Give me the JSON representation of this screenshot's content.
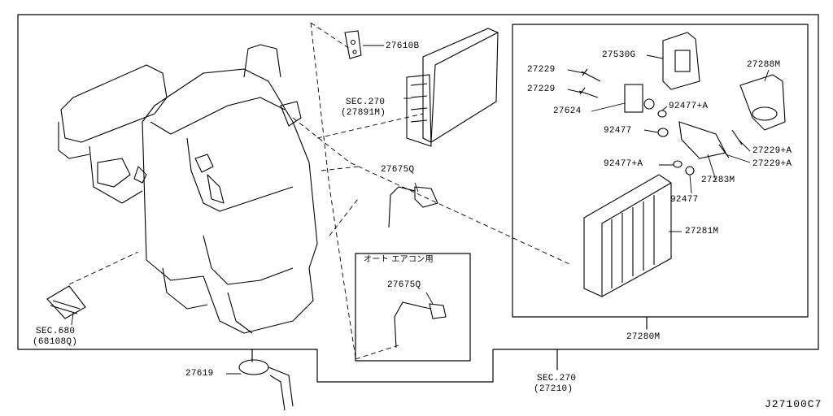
{
  "diagram_code": "J27100C7",
  "labels": {
    "p27610B": "27610B",
    "sec270a": "SEC.270",
    "sec270a_sub": "(27891M)",
    "p27675Q_a": "27675Q",
    "auto_ac": "オート エアコン用",
    "p27675Q_b": "27675Q",
    "sec680": "SEC.680",
    "sec680_sub": "(68108Q)",
    "p27619": "27619",
    "sec270b": "SEC.270",
    "sec270b_sub": "(27210)",
    "p27280M": "27280M",
    "p27229_a": "27229",
    "p27229_b": "27229",
    "p27530G": "27530G",
    "p27624": "27624",
    "p92477A_a": "92477+A",
    "p92477_a": "92477",
    "p27288M": "27288M",
    "p27229A_a": "27229+A",
    "p27229A_b": "27229+A",
    "p92477A_b": "92477+A",
    "p27283M": "27283M",
    "p92477_b": "92477",
    "p27281M": "27281M"
  }
}
